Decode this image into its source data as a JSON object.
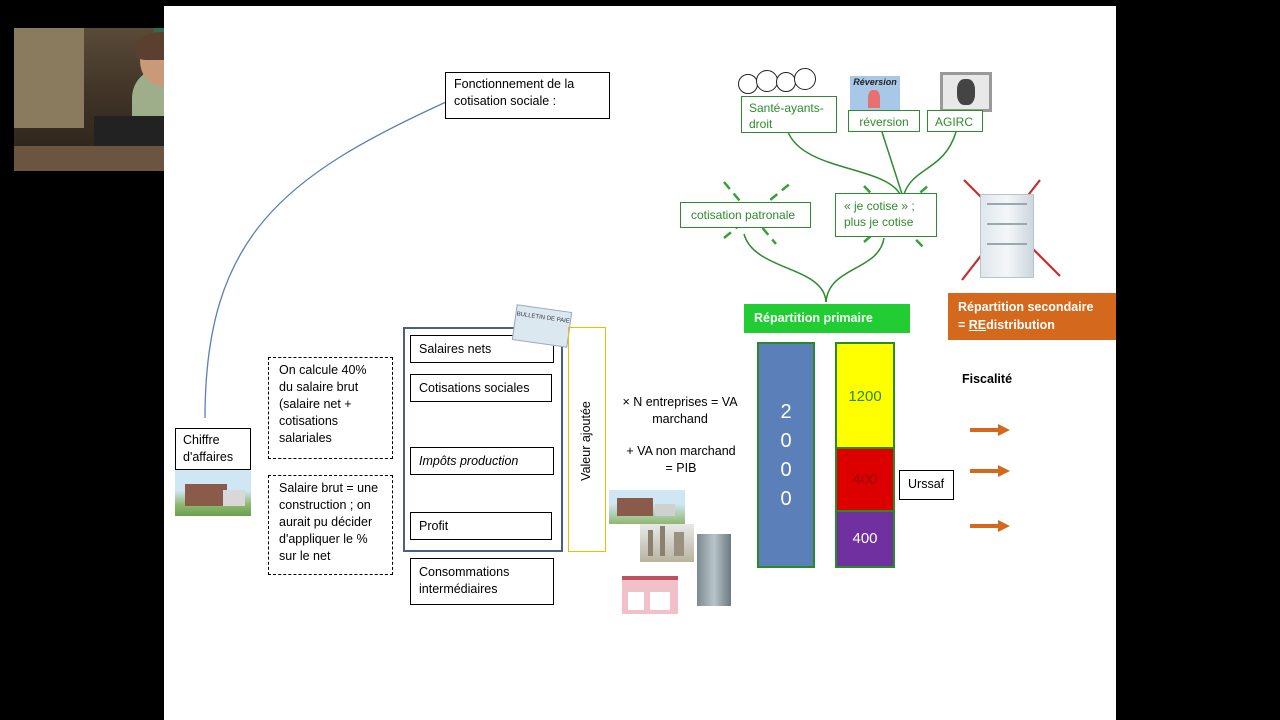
{
  "slide": {
    "fonctionnement": "Fonctionnement de la cotisation sociale :",
    "chiffre_affaires": "Chiffre d'affaires",
    "note_calcul": "On calcule 40% du salaire brut (salaire net + cotisations salariales",
    "note_salaire_brut": "Salaire brut = une construction ; on aurait pu décider d'appliquer le % sur le net",
    "salaires_nets": "Salaires nets",
    "cotisations_sociales": "Cotisations sociales",
    "impots_production": "Impôts production",
    "profit": "Profit",
    "consommations": "Consommations intermédiaires",
    "valeur_ajoutee": "Valeur ajoutée",
    "n_entreprises": "× N entreprises = VA marchand",
    "va_non_marchand": "+ VA  non marchand = PIB",
    "sante": "Santé-ayants-droit",
    "reversion": "réversion",
    "agirc": "AGIRC",
    "reversion_img_label": "Réversion",
    "bulletin_label": "BULLETIN DE PAIE",
    "cotisation_patronale": "cotisation patronale",
    "je_cotise": "« je cotise » ; plus je cotise",
    "repartition_primaire": "Répartition primaire",
    "repartition_secondaire_1": "Répartition secondaire",
    "repartition_secondaire_eq": "= ",
    "repartition_secondaire_re": "RE",
    "repartition_secondaire_rest": "distribution",
    "fiscalite": "Fiscalité",
    "urssaf": "Urssaf",
    "bar_total": "2000",
    "seg_1200": "1200",
    "seg_400a": "400",
    "seg_400b": "400",
    "colors": {
      "green": "#2e8b2e",
      "orange": "#d4691e",
      "blue": "#5b7fb8",
      "yellow": "#ffff00",
      "red": "#dd0000",
      "purple": "#7030a0",
      "bright_green": "#22cc33"
    }
  }
}
